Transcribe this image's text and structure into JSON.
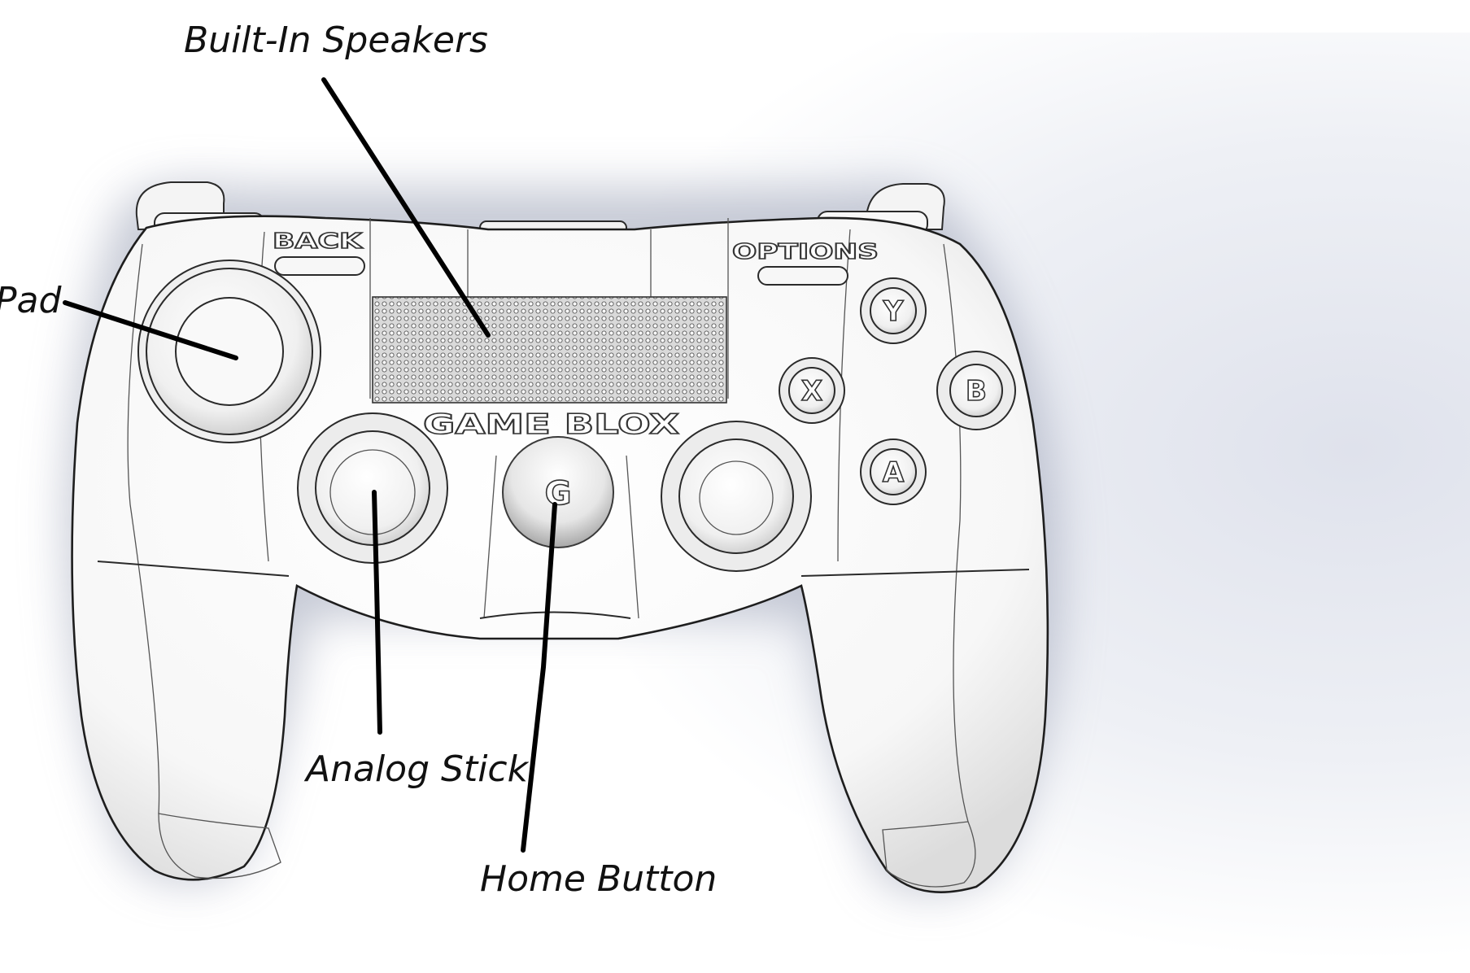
{
  "diagram": {
    "callouts": {
      "speakers": "Built-In Speakers",
      "dpad": "Pad",
      "analog_stick": "Analog Stick",
      "home_button": "Home Button"
    },
    "engravings": {
      "back": "BACK",
      "options": "OPTIONS",
      "brand": "GAME BLOX",
      "home_logo": "G"
    },
    "face_buttons": {
      "top": "Y",
      "left": "X",
      "right": "B",
      "bottom": "A"
    }
  }
}
